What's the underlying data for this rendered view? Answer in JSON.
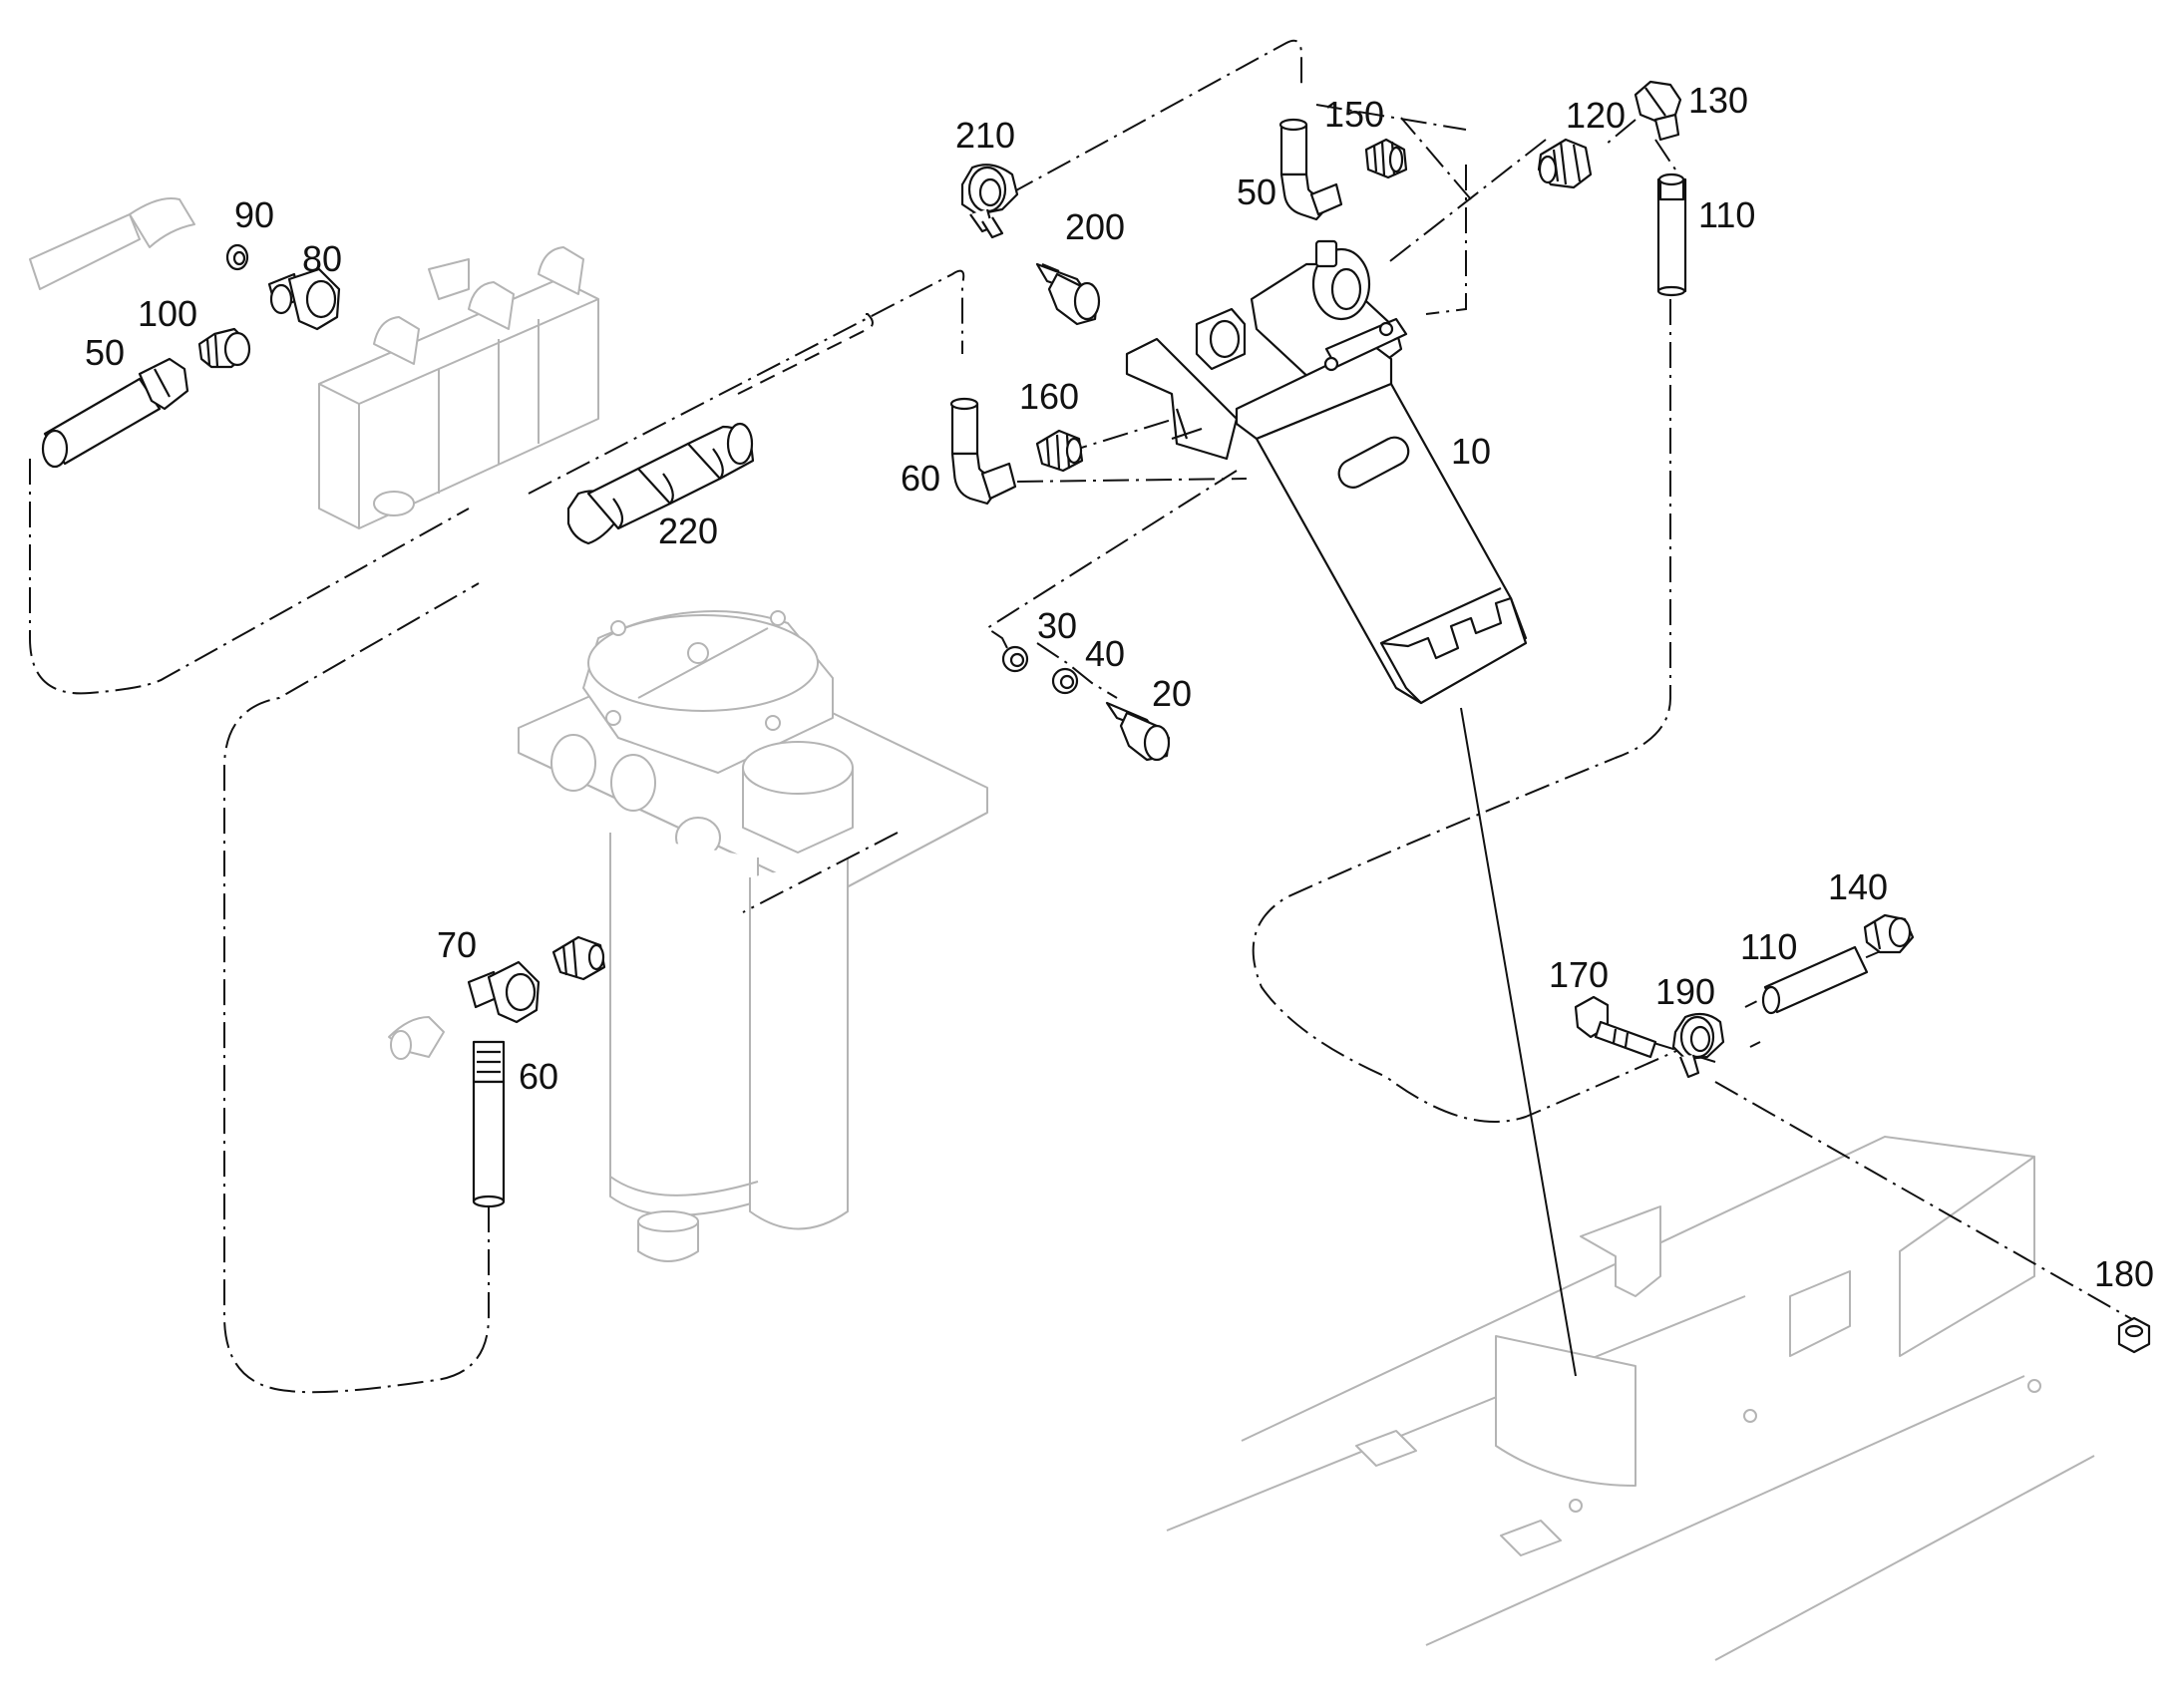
{
  "callouts": {
    "c10": "10",
    "c20": "20",
    "c30": "30",
    "c40": "40",
    "c50_top": "50",
    "c50_left": "50",
    "c60_top": "60",
    "c60_bottom": "60",
    "c70": "70",
    "c80": "80",
    "c90": "90",
    "c100": "100",
    "c110_top": "110",
    "c110_bottom": "110",
    "c120": "120",
    "c130": "130",
    "c140": "140",
    "c150": "150",
    "c160": "160",
    "c170": "170",
    "c180": "180",
    "c190": "190",
    "c200": "200",
    "c210": "210",
    "c220": "220"
  },
  "colors": {
    "line": "#111111",
    "context": "#b4b4b4",
    "background": "#ffffff"
  }
}
